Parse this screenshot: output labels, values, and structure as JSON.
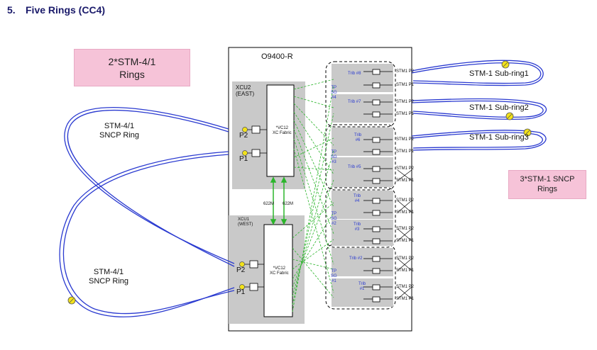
{
  "heading": {
    "number": "5.",
    "title": "Five Rings (CC4)"
  },
  "callouts": {
    "left_rings": [
      "2*STM-4/1",
      "Rings"
    ],
    "right_rings": [
      "3*STM-1 SNCP",
      "Rings"
    ]
  },
  "rings": {
    "upper_left": [
      "STM-4/1",
      "SNCP Ring"
    ],
    "lower_left": [
      "STM-4/1",
      "SNCP Ring"
    ],
    "sub1": "STM-1 Sub-ring1",
    "sub2": "STM-1 Sub-ring2",
    "sub3": "STM-1 Sub-ring3"
  },
  "node": {
    "title": "O9400-R",
    "xcu2": {
      "name": "XCU2",
      "side": "(EAST)",
      "fabric": [
        "*VC12",
        "XC Fabric"
      ],
      "p2": "P2",
      "p1": "P1"
    },
    "xcu1": {
      "name": "XCU1",
      "side": "(WEST)",
      "fabric": [
        "*VC12",
        "XC Fabric"
      ],
      "p2": "P2",
      "p1": "P1"
    },
    "link_left": "622M",
    "link_right": "622M"
  },
  "groups": [
    {
      "name": [
        "TP",
        "SG",
        "#4"
      ],
      "tribs": [
        {
          "label": [
            "Trib #8"
          ],
          "ports": [
            "STM1 P2",
            "STM1 P1"
          ]
        },
        {
          "label": [
            "Trib #7"
          ],
          "ports": [
            "STM1 P2",
            "STM1 P1"
          ]
        }
      ]
    },
    {
      "name": [
        "TP",
        "SG",
        "#3"
      ],
      "tribs": [
        {
          "label": [
            "Trib",
            "#6"
          ],
          "ports": [
            "STM1 P2",
            "STM1 P1"
          ]
        },
        {
          "label": [
            "Trib #5"
          ],
          "ports": [
            "STM1 P2",
            "STM1 P1"
          ]
        }
      ]
    },
    {
      "name": [
        "TP",
        "SG",
        "#2"
      ],
      "tribs": [
        {
          "label": [
            "Trib",
            "#4"
          ],
          "ports": [
            "STM1 P2",
            "STM1 P1"
          ]
        },
        {
          "label": [
            "Trib",
            "#3"
          ],
          "ports": [
            "STM1 P2",
            "STM1 P1"
          ]
        }
      ]
    },
    {
      "name": [
        "TP",
        "SG",
        "#1"
      ],
      "tribs": [
        {
          "label": [
            "Trib #2"
          ],
          "ports": [
            "STM1 P2",
            "STM1 P1"
          ]
        },
        {
          "label": [
            "Trib",
            "#1"
          ],
          "ports": [
            "STM1 P2",
            "STM1 P1"
          ]
        }
      ]
    }
  ],
  "colors": {
    "ring": "#2a3ad0",
    "link": "#2bb52b",
    "pink": "#f6c3d8",
    "panel": "#c9c9c9",
    "heading": "#1a1a6a"
  }
}
